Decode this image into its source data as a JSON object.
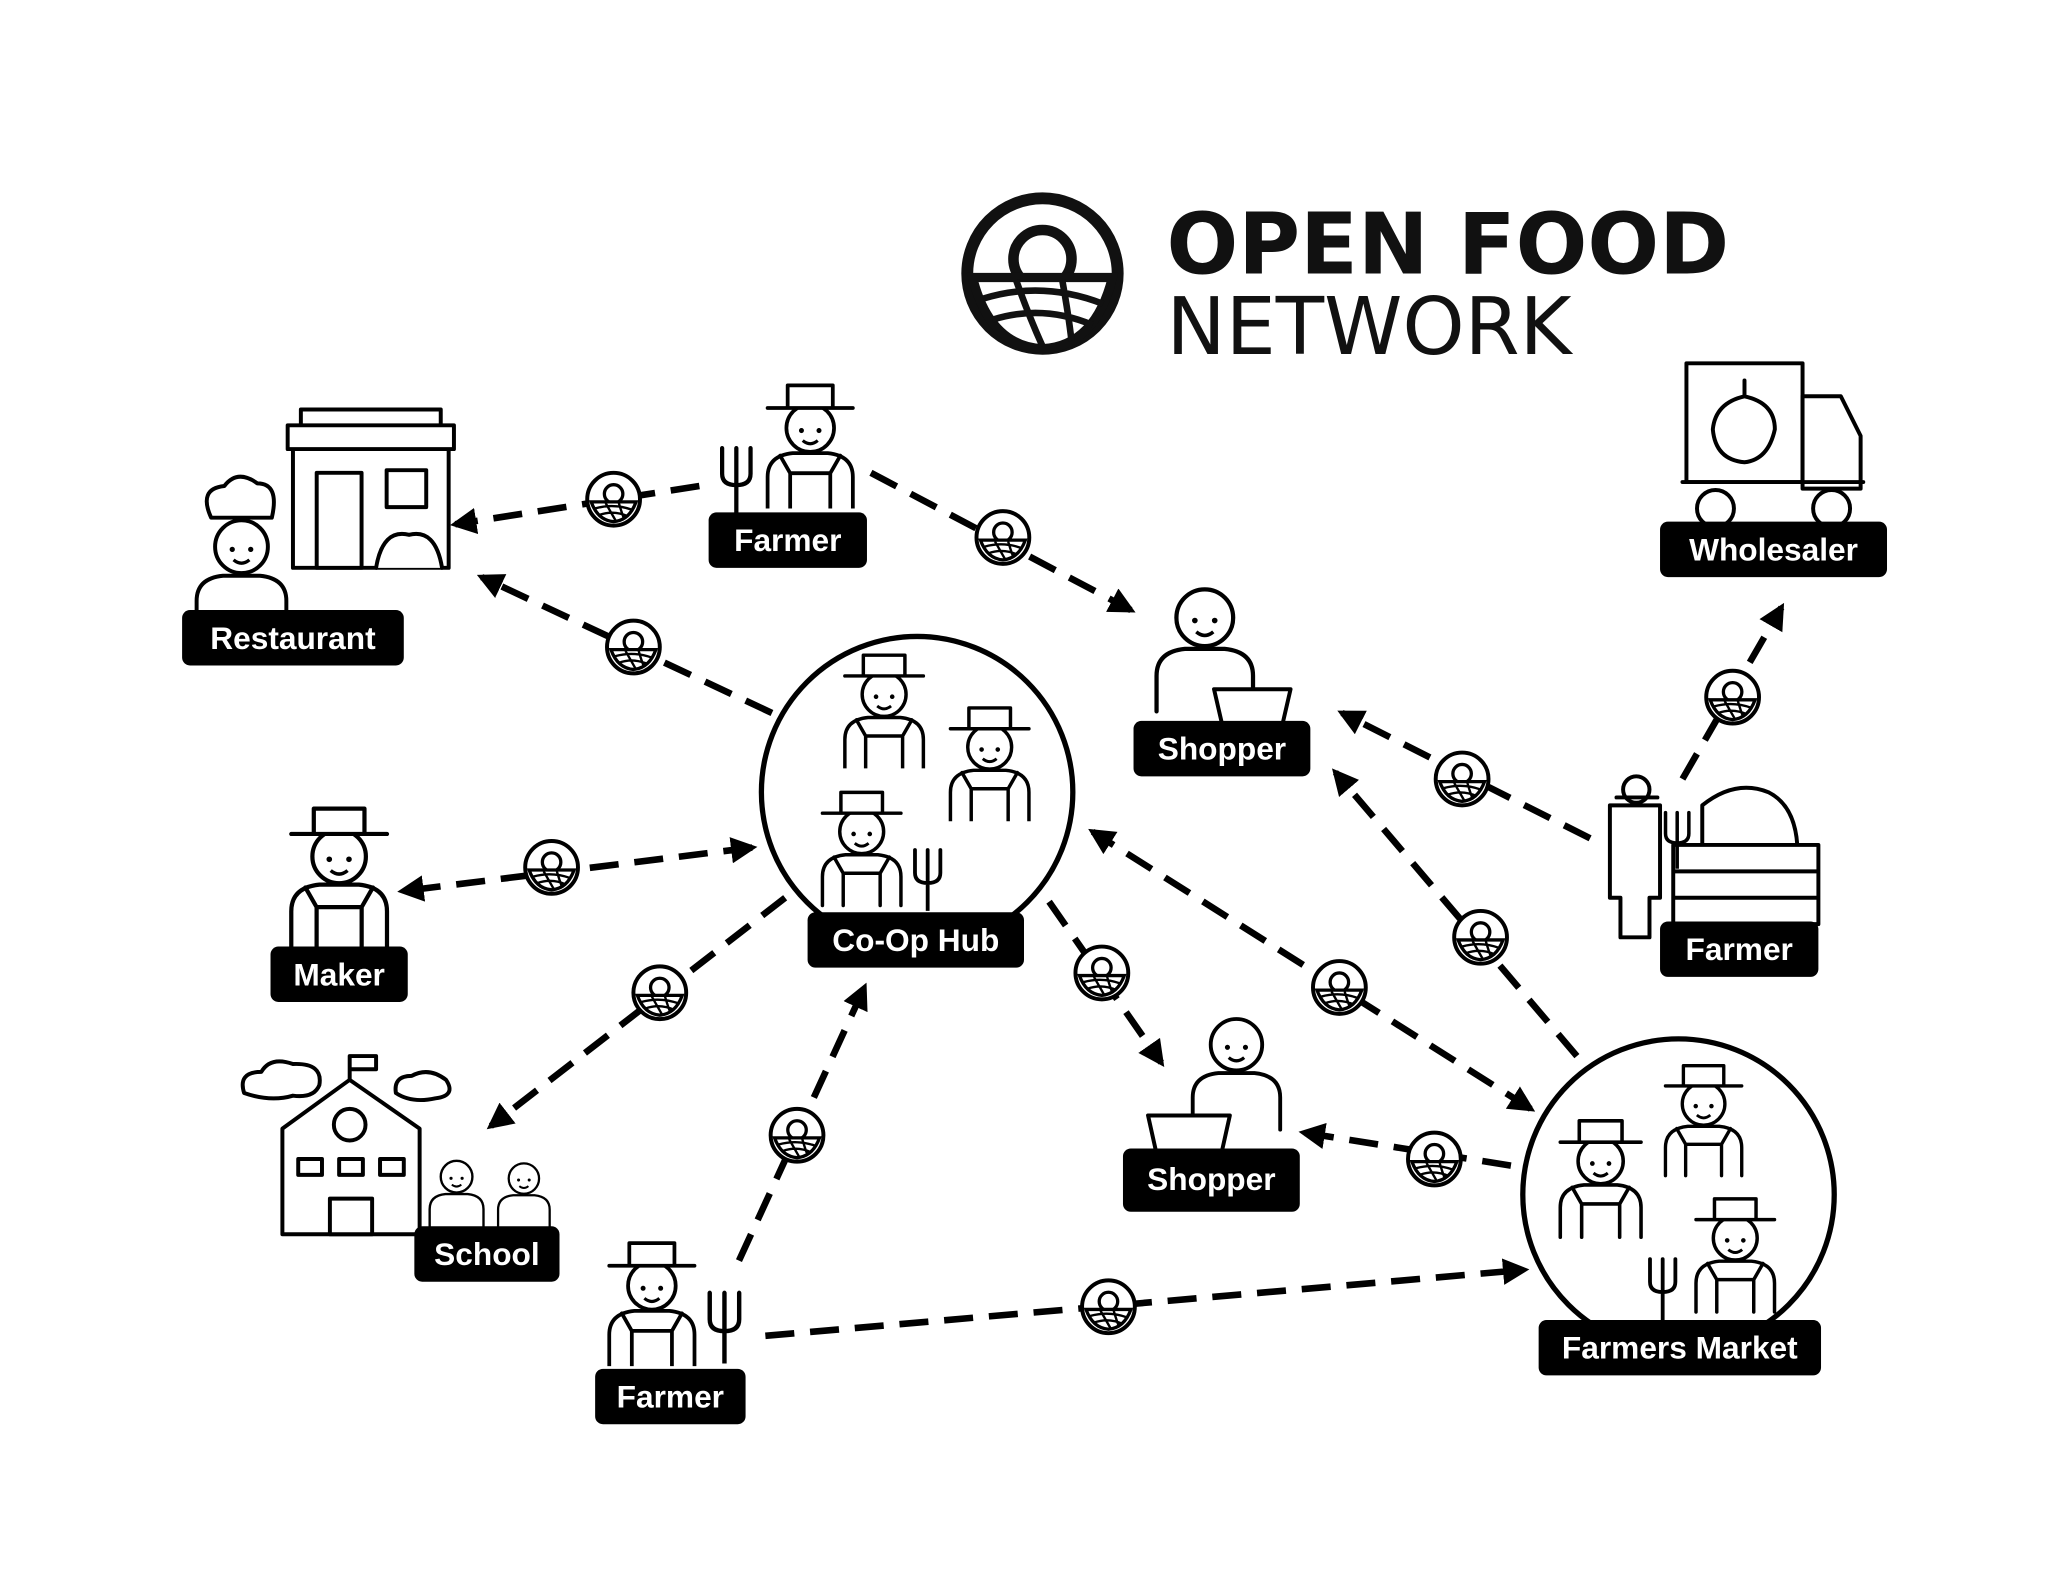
{
  "logo": {
    "line1": "OPEN FOOD",
    "line2": "NETWORK"
  },
  "nodes": {
    "restaurant": "Restaurant",
    "farmer_top": "Farmer",
    "shopper_top": "Shopper",
    "wholesaler": "Wholesaler",
    "coop_hub": "Co-Op Hub",
    "maker": "Maker",
    "farmer_right": "Farmer",
    "school": "School",
    "shopper_bottom": "Shopper",
    "farmer_bottom": "Farmer",
    "farmers_market": "Farmers Market"
  },
  "colors": {
    "ink": "#000000",
    "background": "#ffffff"
  }
}
